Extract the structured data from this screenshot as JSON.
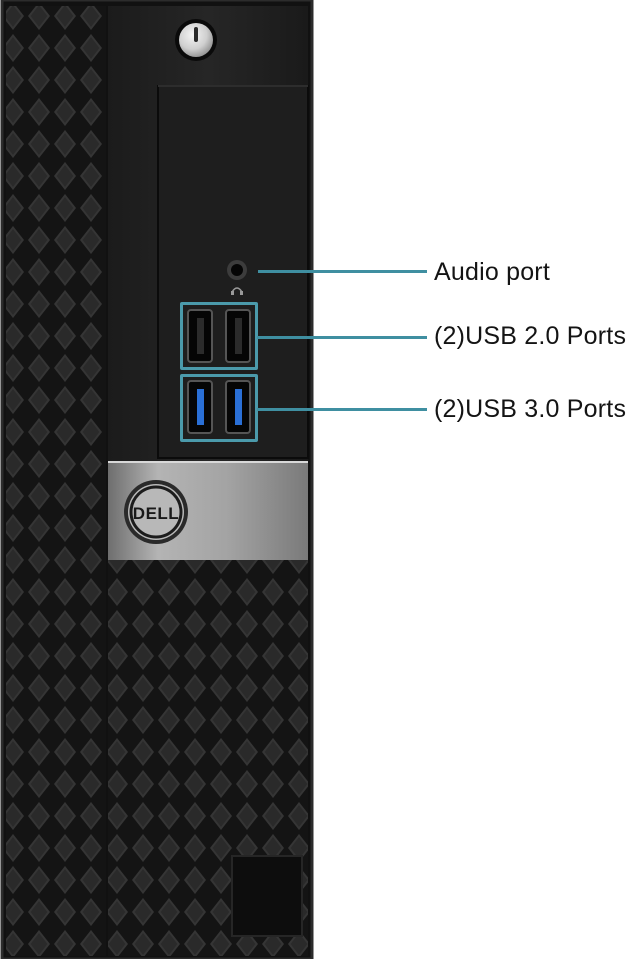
{
  "callouts": {
    "audio_port": "Audio port",
    "usb2_ports": "(2)USB 2.0 Ports",
    "usb3_ports": "(2)USB 3.0 Ports"
  },
  "brand": {
    "logo_text": "DELL"
  },
  "colors": {
    "chassis": "#151515",
    "mesh_hole": "#3a3a3a",
    "callout_line": "#3f8fa1",
    "usb3_blue": "#2a6fd6",
    "badge_silver": "#9a9a9a"
  },
  "icons": {
    "power": "power-button-icon",
    "headphone": "headphone-icon",
    "usb": "usb-port-icon"
  }
}
